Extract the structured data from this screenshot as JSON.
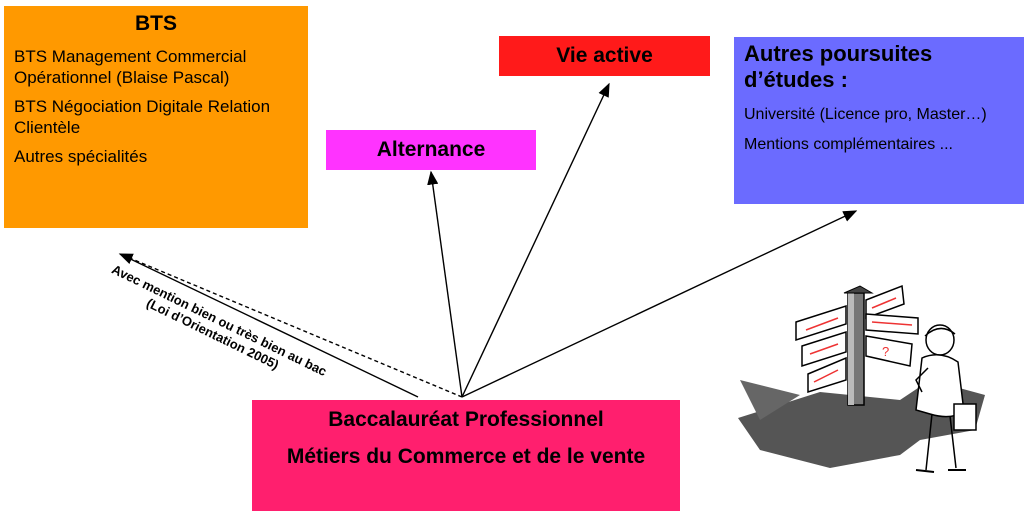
{
  "bts": {
    "title": "BTS",
    "items": [
      "BTS Management Commercial Opérationnel (Blaise Pascal)",
      "BTS Négociation  Digitale Relation Clientèle",
      "Autres spécialités"
    ]
  },
  "alternance": {
    "label": "Alternance"
  },
  "vie_active": {
    "label": "Vie active"
  },
  "autres": {
    "title": "Autres poursuites d’études :",
    "items": [
      "Université (Licence pro, Master…)",
      "Mentions complémentaires ..."
    ]
  },
  "bac": {
    "line1": "Baccalauréat Professionnel",
    "line2": "Métiers du Commerce et de le vente"
  },
  "mention_note": "Avec mention bien ou très bien au bac (Loi d’Orientation 2005)",
  "colors": {
    "bts": "#ff9900",
    "alternance": "#ff33ff",
    "vie_active": "#ff1a1a",
    "autres": "#6b6bff",
    "bac": "#ff1f6e"
  },
  "illustration": {
    "icon": "signpost-person-icon",
    "sign_mark": "?"
  }
}
